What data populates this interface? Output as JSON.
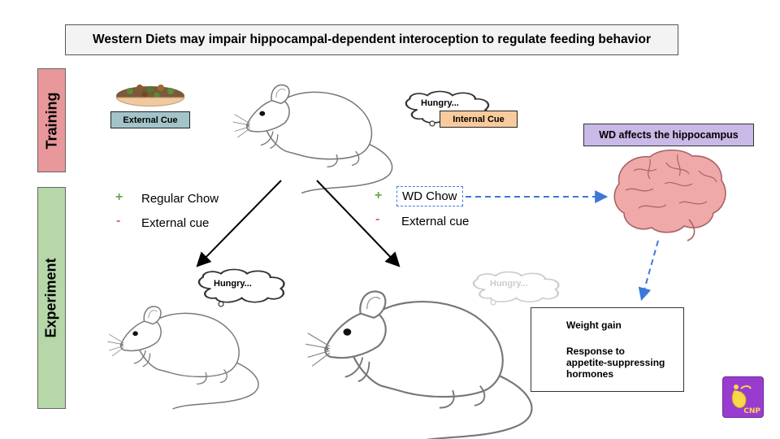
{
  "title": "Western Diets may impair hippocampal-dependent interoception to regulate feeding behavior",
  "phases": {
    "training": "Training",
    "experiment": "Experiment"
  },
  "training": {
    "external_cue_label": "External Cue",
    "internal_cue_label": "Internal Cue",
    "thought": "Hungry..."
  },
  "left_condition": {
    "plus_sign": "+",
    "plus_label": "Regular Chow",
    "minus_sign": "-",
    "minus_label": "External cue",
    "thought": "Hungry..."
  },
  "right_condition": {
    "plus_sign": "+",
    "plus_label": "WD Chow",
    "minus_sign": "-",
    "minus_label": "External cue",
    "thought": "Hungry..."
  },
  "hippocampus_label": "WD affects the hippocampus",
  "results": {
    "item1": "Weight gain",
    "item2_line1": "Response to",
    "item2_line2": "appetite-suppressing",
    "item2_line3": "hormones"
  },
  "logo_text": "CNP",
  "colors": {
    "training_band": "#e8979b",
    "experiment_band": "#b6d7a8",
    "external_cue": "#a2c4c9",
    "internal_cue": "#f9cb9c",
    "wd_label": "#c9b9e6",
    "dashed_arrow": "#3c78d8",
    "plus": "#6aa84f",
    "minus": "#e06666",
    "brain": "#f0a9a9",
    "up_arrow": "#7e63b3",
    "down_arrow": "#d4c8ee"
  }
}
